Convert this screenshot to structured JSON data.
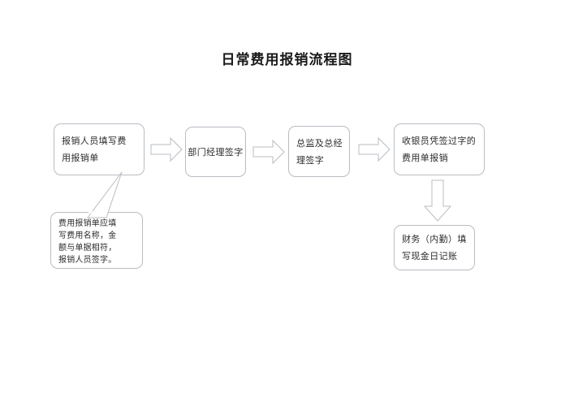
{
  "document": {
    "title": "日常费用报销流程图",
    "background_color": "#ffffff",
    "text_color": "#2b2b2b",
    "border_color": "#b8bcc2"
  },
  "flow": {
    "nodes": [
      {
        "id": "apply",
        "name": "node-apply",
        "shape": "rounded-rectangle",
        "lines": [
          "报销人员填写费",
          "用报销单"
        ],
        "full_text": "报销人员填写费用报销单"
      },
      {
        "id": "manager",
        "name": "node-manager",
        "shape": "rounded-rectangle",
        "lines": [
          "部门经理签字"
        ],
        "full_text": "部门经理签字"
      },
      {
        "id": "director",
        "name": "node-director",
        "shape": "rounded-rectangle",
        "lines": [
          "总监及总经",
          "理签字"
        ],
        "full_text": "总监及总经理签字"
      },
      {
        "id": "cashier",
        "name": "node-cashier",
        "shape": "rounded-rectangle",
        "lines": [
          "收银员凭签过字的",
          "费用单报销"
        ],
        "full_text": "收银员凭签过字的费用单报销"
      },
      {
        "id": "finance",
        "name": "node-finance",
        "shape": "rounded-rectangle",
        "lines": [
          "财务（内勤）填",
          "写现金日记账"
        ],
        "full_text": "财务（内勤）填写现金日记账"
      }
    ],
    "callout": {
      "id": "note",
      "name": "callout-note",
      "shape": "rounded-rectangle-with-pointer",
      "points_to": "apply",
      "lines": [
        "费用报销单应填",
        "写费用名称，金",
        "额与单据相符，",
        "报销人员签字。"
      ],
      "full_text": "费用报销单应填写费用名称，金额与单据相符，报销人员签字。"
    },
    "connectors": [
      {
        "id": "arrow-1",
        "from": "apply",
        "to": "manager",
        "direction": "right"
      },
      {
        "id": "arrow-2",
        "from": "manager",
        "to": "director",
        "direction": "right"
      },
      {
        "id": "arrow-3",
        "from": "director",
        "to": "cashier",
        "direction": "right"
      },
      {
        "id": "arrow-4",
        "from": "cashier",
        "to": "finance",
        "direction": "down"
      }
    ]
  }
}
